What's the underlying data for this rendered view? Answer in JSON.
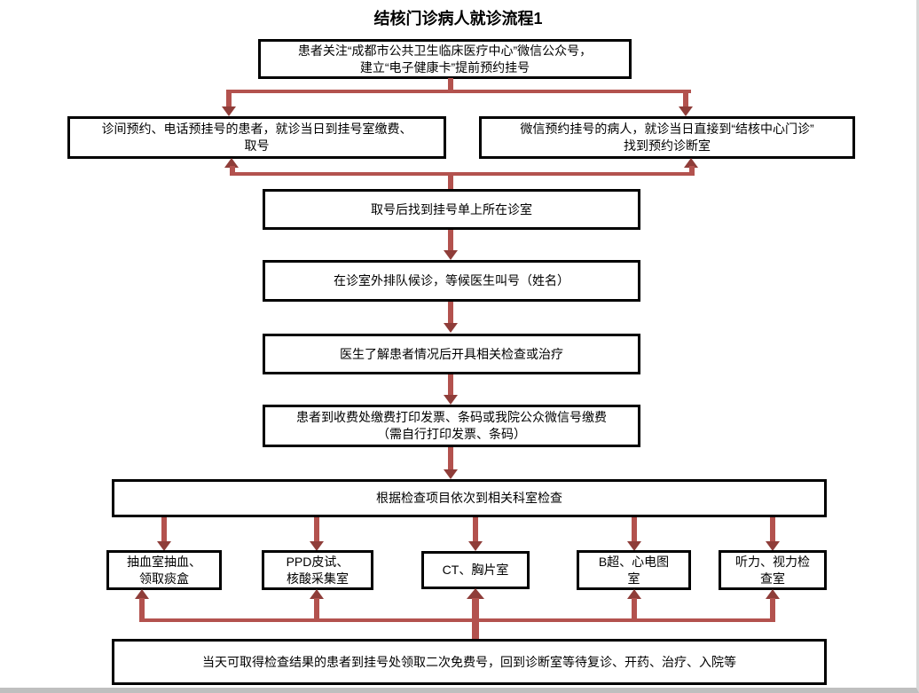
{
  "title": "结核门诊病人就诊流程1",
  "colors": {
    "connector_line": "#b3524e",
    "arrowhead": "#8f3d39",
    "box_border": "#000000",
    "background": "#ffffff"
  },
  "boxes": {
    "wechat_register": {
      "lines": [
        "患者关注“成都市公共卫生临床医疗中心”微信公众号，",
        "建立“电子健康卡”提前预约挂号"
      ]
    },
    "phone_booking": {
      "lines": [
        "诊间预约、电话预挂号的患者，就诊当日到挂号室缴费、",
        "取号"
      ]
    },
    "wechat_booking": {
      "lines": [
        "微信预约挂号的病人，就诊当日直接到“结核中心门诊”",
        "找到预约诊断室"
      ]
    },
    "find_room": {
      "lines": [
        "取号后找到挂号单上所在诊室"
      ]
    },
    "queue": {
      "lines": [
        "在诊室外排队候诊，等候医生叫号（姓名）"
      ]
    },
    "doctor": {
      "lines": [
        "医生了解患者情况后开具相关检查或治疗"
      ]
    },
    "payment": {
      "lines": [
        "患者到收费处缴费打印发票、条码或我院公众微信号缴费",
        "（需自行打印发票、条码）"
      ]
    },
    "exam_dispatch": {
      "lines": [
        "根据检查项目依次到相关科室检查"
      ]
    },
    "dept_blood": {
      "lines": [
        "抽血室抽血、",
        "领取痰盒"
      ]
    },
    "dept_ppd": {
      "lines": [
        "PPD皮试、",
        "核酸采集室"
      ]
    },
    "dept_ct": {
      "lines": [
        "CT、胸片室"
      ]
    },
    "dept_ultrasound": {
      "lines": [
        "B超、心电图",
        "室"
      ]
    },
    "dept_hearing": {
      "lines": [
        "听力、视力检",
        "查室"
      ]
    },
    "result_return": {
      "lines": [
        "当天可取得检查结果的患者到挂号处领取二次免费号，回到诊断室等待复诊、开药、治疗、入院等"
      ]
    }
  }
}
